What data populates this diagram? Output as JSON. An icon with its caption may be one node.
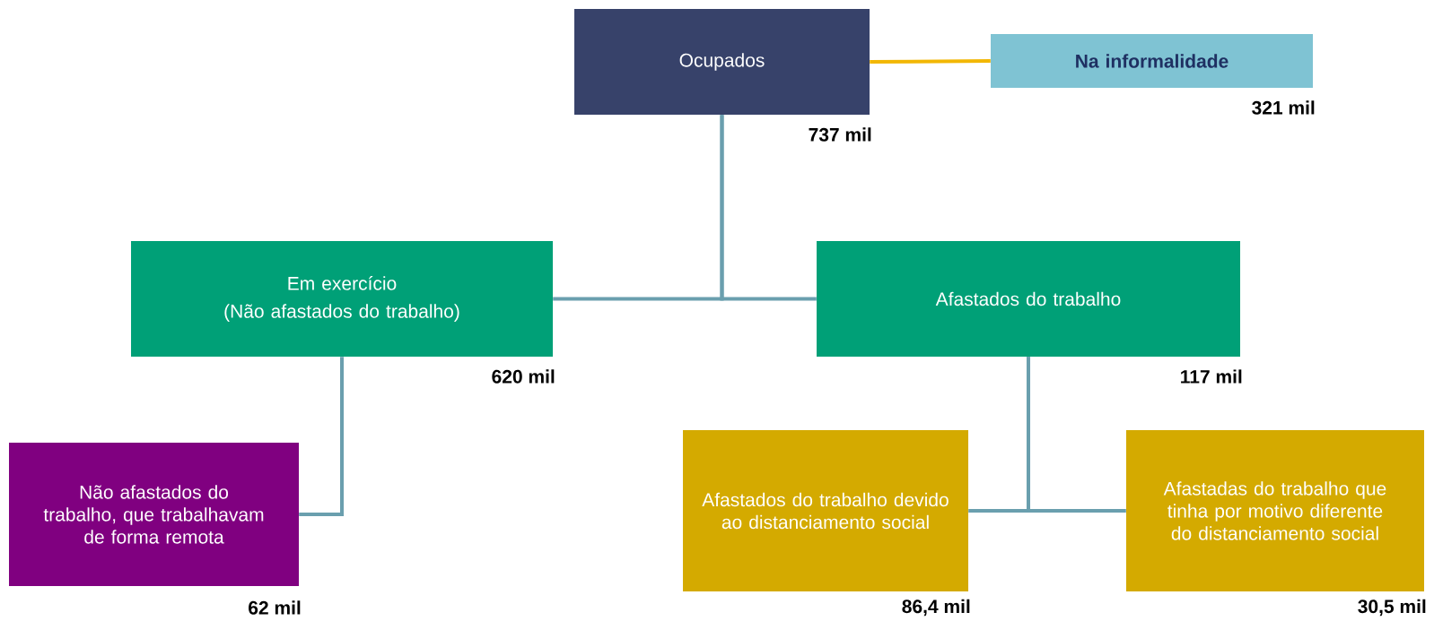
{
  "diagram": {
    "nodes": [
      {
        "text": [
          "Ocupados"
        ],
        "beside": [
          "737 mil"
        ]
      },
      {
        "text": [
          "Na informalidade"
        ],
        "beside": [
          "321 mil"
        ]
      },
      {
        "text": [
          "Em exercício",
          "(Não afastados do trabalho)"
        ],
        "beside": [
          "620 mil"
        ]
      },
      {
        "text": [
          "Afastados do trabalho"
        ],
        "beside": [
          "117 mil"
        ]
      },
      {
        "text": [
          "Não afastados do trabalho, que trabalhavam de forma remota"
        ],
        "beside": [
          "62 mil"
        ]
      },
      {
        "text": [
          "Afastados do trabalho devido ao distanciamento social"
        ],
        "beside": [
          "86,4 mil"
        ]
      },
      {
        "text": [
          "Afastadas do trabalho que tinha por motivo diferente do distanciamento social"
        ],
        "beside": [
          "30,5 mil"
        ]
      }
    ],
    "edges": [
      {
        "from": 0,
        "to": 1,
        "arrow": "none",
        "color": "#f2b705"
      },
      {
        "from": 0,
        "to": 2,
        "arrow": "none"
      },
      {
        "from": 0,
        "to": 3,
        "arrow": "none"
      },
      {
        "from": 2,
        "to": 4,
        "arrow": "none"
      },
      {
        "from": 3,
        "to": 5,
        "arrow": "none"
      },
      {
        "from": 3,
        "to": 6,
        "arrow": "none"
      }
    ]
  }
}
